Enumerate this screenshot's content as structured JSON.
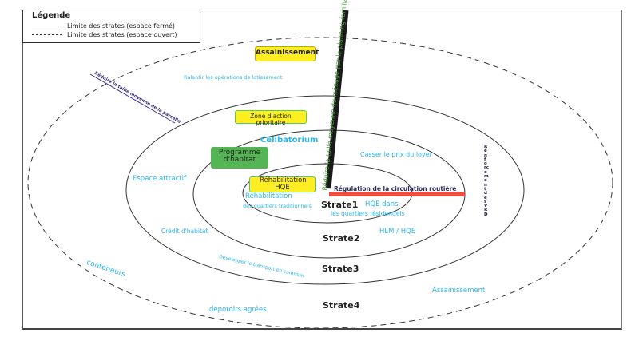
{
  "legend": {
    "title": "Légende",
    "closed_label": "Limite des strates (espace fermé)",
    "open_label": "Limite des strates (espace ouvert)"
  },
  "strates": [
    "Strate1",
    "Strate2",
    "Strate3",
    "Strate4"
  ],
  "boxes": {
    "assainissement": "Assainissement",
    "zone": "Zone d'action prioritaire",
    "programme": "Programme d'habitat",
    "rehab": "Réhabilitation HQE"
  },
  "labels": {
    "ralentir": "Ralentir les opérations de lotissement",
    "celibatorium": "Célibatorium",
    "casser": "Casser le prix du loyer",
    "espace": "Espace attractif",
    "rehab1": "Réhabilitation",
    "rehab2": "des quartiers traditionnels",
    "hqe1": "HQE dans",
    "hqe2": "les quartiers résidentiels",
    "credit": "Crédit d'habitat",
    "hlm": "HLM / HQE",
    "conteneurs": "conteneurs",
    "transport": "Développer le transport en commun",
    "assain2": "Assainissement",
    "depotoirs": "dépotoirs agrées",
    "vrd": "Renforcement des VRD",
    "regulation": "Régulation de la circulation routière",
    "reduire_menage": "Réduire la taille moyenne du ménage par le planning familial",
    "reduire_parcelle": "Réduire la taille moyenne de la parcelle"
  },
  "colors": {
    "cyan_text": "#29b6ef",
    "yellow_box": "#ffee22",
    "green_box": "#55b555",
    "red_bar": "#e8503f",
    "black_bar": "#1a1a1a",
    "green_text": "#4a9a3a",
    "navy": "#2a2a7a"
  }
}
